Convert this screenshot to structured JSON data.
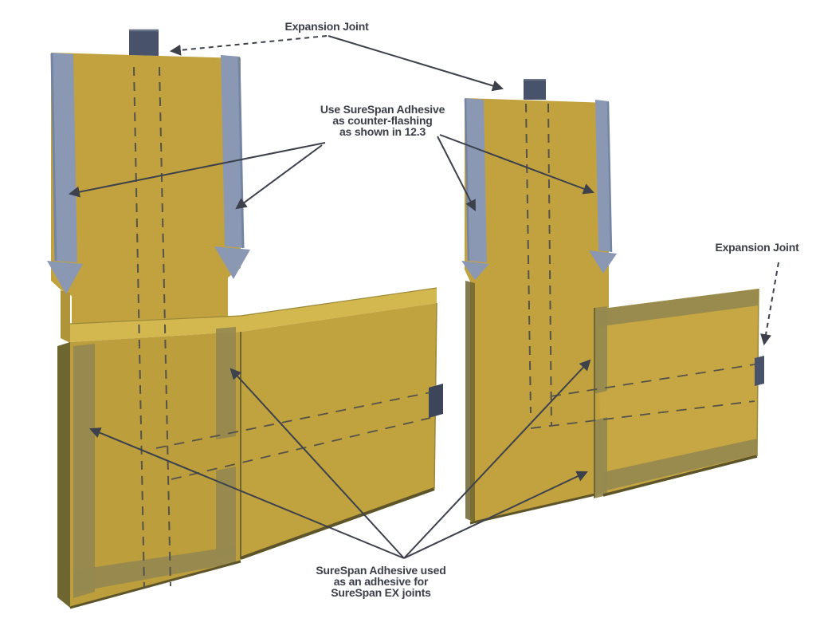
{
  "diagram": {
    "labels": {
      "expansion_joint_top": "Expansion Joint",
      "expansion_joint_right": "Expansion Joint",
      "counter_flashing_note": {
        "line1": "Use SureSpan Adhesive",
        "line2": "as counter-flashing",
        "line3": "as shown in 12.3"
      },
      "adhesive_note": {
        "line1": "SureSpan Adhesive used",
        "line2": "as an adhesive for",
        "line3": "SureSpan EX joints"
      }
    },
    "colors": {
      "wall_yellow": "#C2A23F",
      "wall_yellow_dark": "#B0943A",
      "lower_yellow": "#BC9E3D",
      "fold_highlight": "#D2B84F",
      "roof_yellow": "#C0A23E",
      "roof_bright": "#C6A743",
      "adhesive_olive": "#95894F",
      "olive_dark": "#6E6531",
      "flashing_blue": "#8B98B4",
      "flashing_blue_dark": "#7485A3",
      "joint_block": "#48526A",
      "joint_block_dark": "#3C455A",
      "edge_dark": "#5D5429",
      "edge_light": "#9A8838",
      "bevel_light": "#6A7489",
      "joint_dash": "#55524A",
      "annotation": "#3C414B",
      "text": "#3A3F48",
      "background": "#FFFFFF"
    }
  }
}
